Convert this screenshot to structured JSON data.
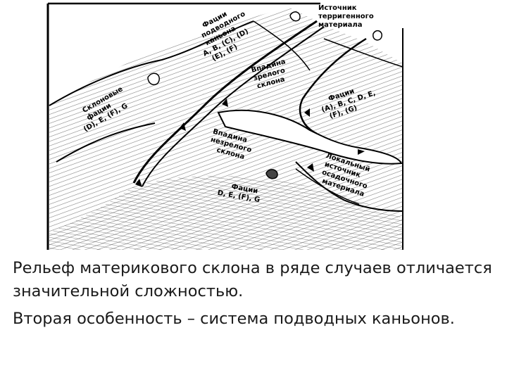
{
  "figure": {
    "labels": {
      "source_terrigenous": [
        "Источник",
        "терригенного",
        "материала"
      ],
      "canyon_facies": [
        "Фации",
        "подводного",
        "каньона",
        "A, B, (C), (D)",
        "(E), (F)"
      ],
      "slope_facies": [
        "Склоновые",
        "фации",
        "(D), E, (F), G"
      ],
      "mature_basin": [
        "Впадина",
        "зрелого",
        "склона"
      ],
      "facies_right": [
        "Фации",
        "(A), B, C, D, E,",
        "(F), (G)"
      ],
      "immature_basin": [
        "Впадина",
        "незрелого",
        "склона"
      ],
      "local_source": [
        "Локальный",
        "источник",
        "осадочного",
        "материала"
      ],
      "facies_bottom": [
        "Фации",
        "D, E, (F), G"
      ]
    }
  },
  "caption": {
    "paragraph1": "Рельеф материкового склона в ряде случаев отличается значительной сложностью.",
    "paragraph2": "Вторая особенность – система подводных каньонов."
  }
}
